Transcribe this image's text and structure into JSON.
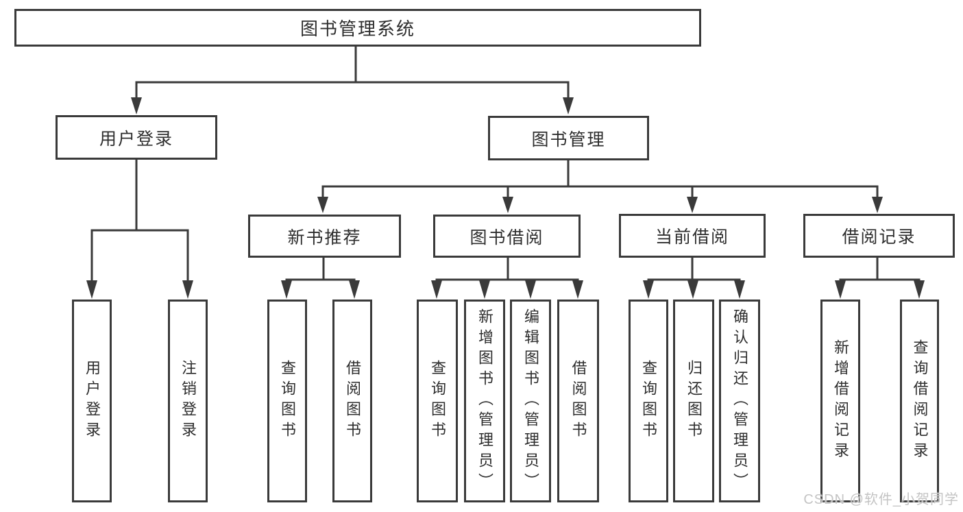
{
  "diagram": {
    "root": {
      "label": "图书管理系统"
    },
    "level2": [
      {
        "label": "用户登录"
      },
      {
        "label": "图书管理"
      }
    ],
    "level3": [
      {
        "label": "新书推荐"
      },
      {
        "label": "图书借阅"
      },
      {
        "label": "当前借阅"
      },
      {
        "label": "借阅记录"
      }
    ],
    "leaf_groups": [
      {
        "parent": "用户登录",
        "items": [
          "用户登录",
          "注销登录"
        ]
      },
      {
        "parent": "新书推荐",
        "items": [
          "查询图书",
          "借阅图书"
        ]
      },
      {
        "parent": "图书借阅",
        "items": [
          "查询图书",
          "新增图书（管理员）",
          "编辑图书（管理员）",
          "借阅图书"
        ]
      },
      {
        "parent": "当前借阅",
        "items": [
          "查询图书",
          "归还图书",
          "确认归还（管理员）"
        ]
      },
      {
        "parent": "借阅记录",
        "items": [
          "新增借阅记录",
          "查询借阅记录"
        ]
      }
    ]
  },
  "watermark": {
    "text": "CSDN @软件_小贺同学"
  },
  "colors": {
    "line_color": "#3a3a3a",
    "text_color": "#2d2d2d",
    "watermark_color": "#c4c4c4",
    "bg_color": "#ffffff"
  }
}
